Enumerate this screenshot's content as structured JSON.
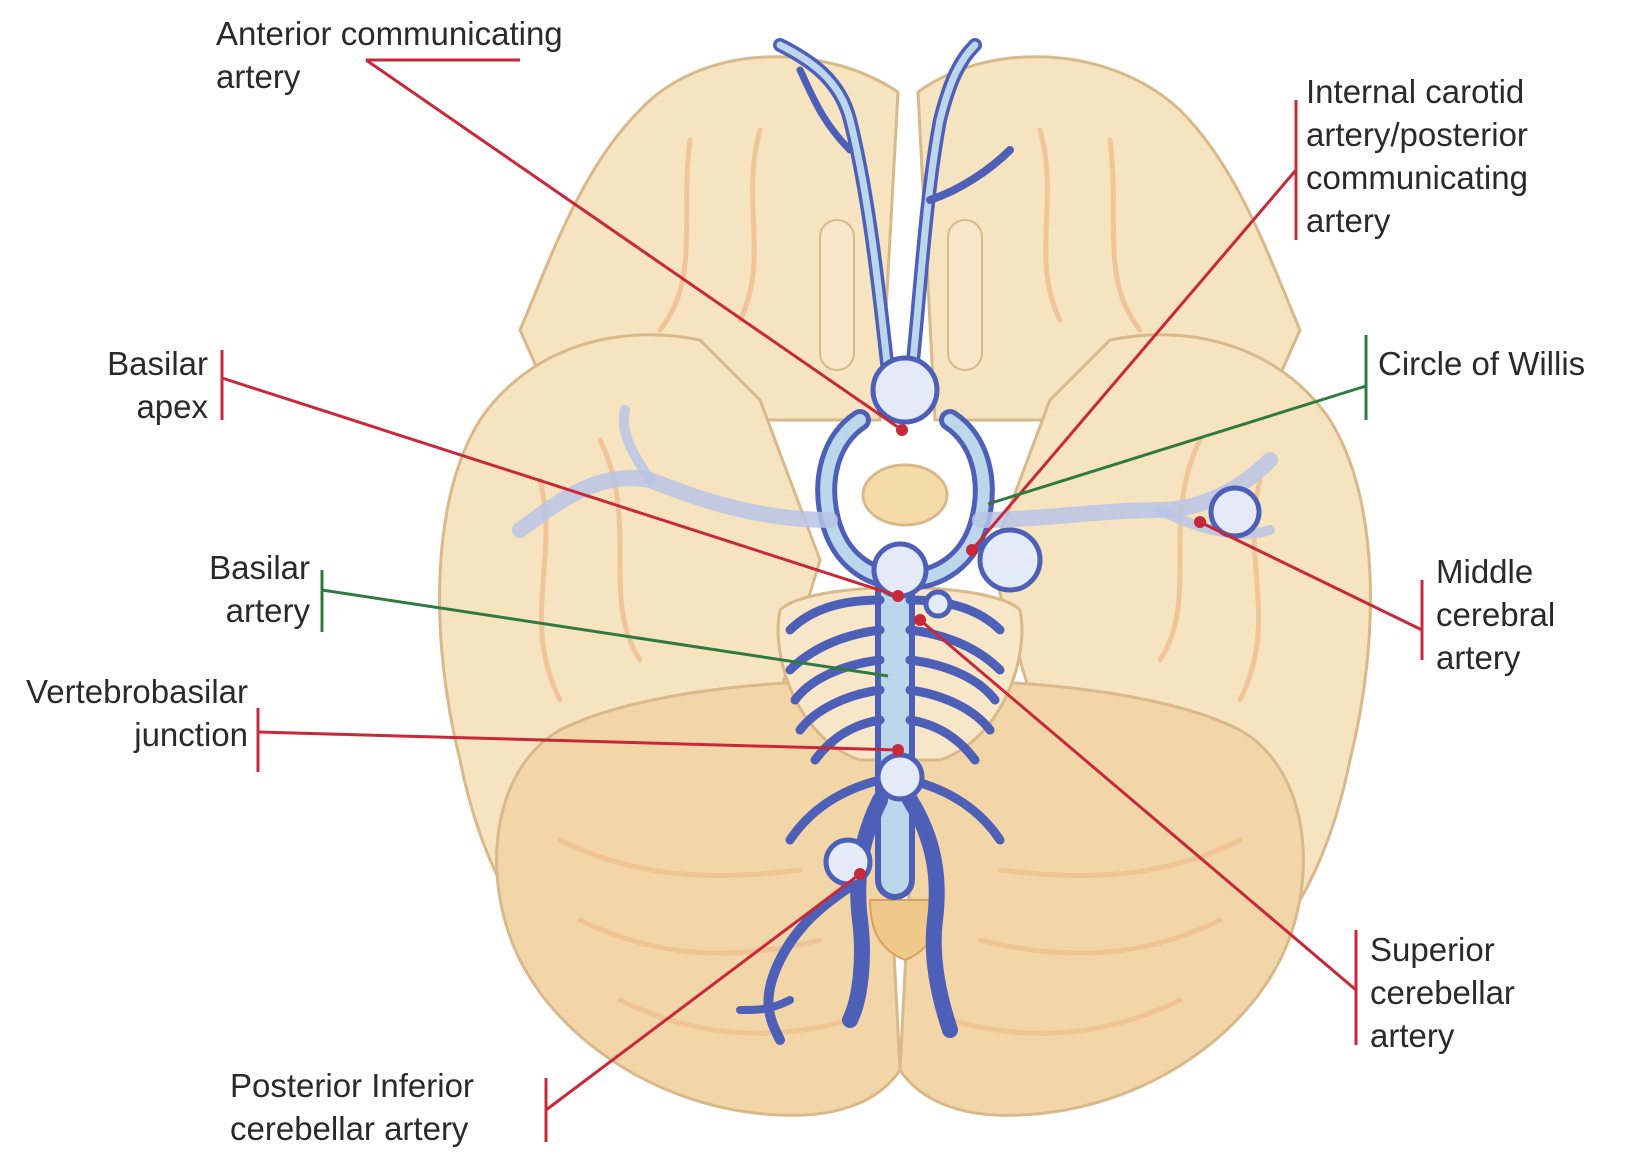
{
  "colors": {
    "brain_fill": "#f6e3bf",
    "brain_stroke": "#d9b98a",
    "sulci": "#efbf8f",
    "artery_dark": "#4e5fb8",
    "artery_light": "#bcd6ec",
    "aneurysm": "#e4eaf8",
    "pointer_red": "#c8283a",
    "pointer_green": "#2f7a3e",
    "label_text": "#2a2a2a"
  },
  "labels": {
    "anterior_communicating": "Anterior communicating\nartery",
    "internal_carotid": "Internal carotid\nartery/posterior\ncommunicating\nartery",
    "basilar_apex": "Basilar\napex",
    "circle_of_willis": "Circle of Willis",
    "basilar_artery": "Basilar\nartery",
    "middle_cerebral": "Middle\ncerebral\nartery",
    "vertebrobasilar": "Vertebrobasilar\njunction",
    "superior_cerebellar": "Superior\ncerebellar\nartery",
    "posterior_inferior": "Posterior Inferior\ncerebellar artery"
  }
}
